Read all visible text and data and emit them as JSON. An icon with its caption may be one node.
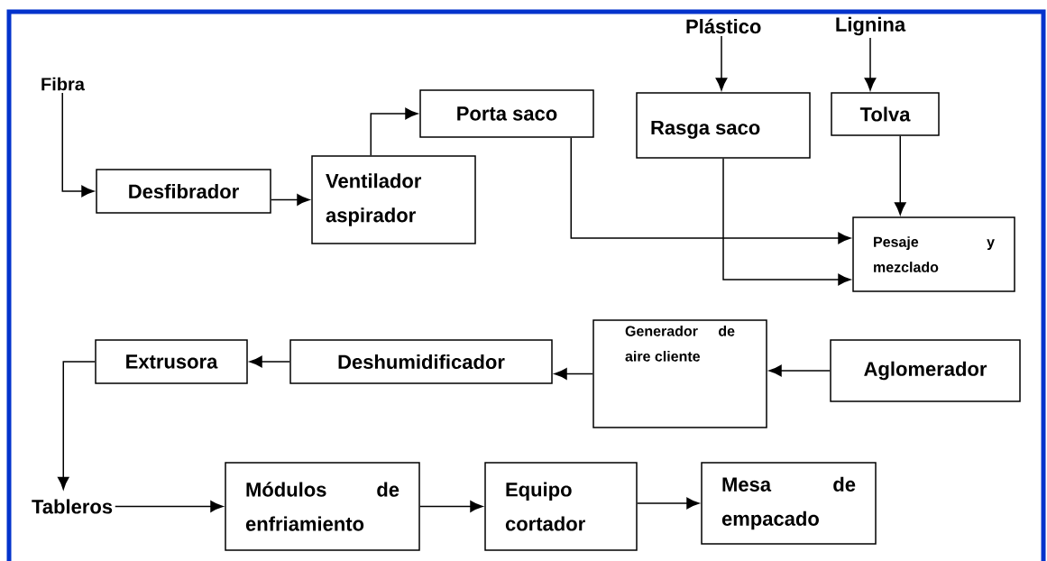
{
  "diagram": {
    "nodes": [
      {
        "text": [
          "Fibra"
        ]
      },
      {
        "text": [
          "Desfibrador"
        ]
      },
      {
        "text": [
          "Ventilador aspirador"
        ]
      },
      {
        "text": [
          "Porta saco"
        ]
      },
      {
        "text": [
          "Plástico"
        ]
      },
      {
        "text": [
          "Lignina"
        ]
      },
      {
        "text": [
          "Rasga saco"
        ]
      },
      {
        "text": [
          "Tolva"
        ]
      },
      {
        "text": [
          "Pesaje y mezclado"
        ]
      },
      {
        "text": [
          "Aglomerador"
        ]
      },
      {
        "text": [
          "Generador de aire cliente"
        ]
      },
      {
        "text": [
          "Deshumidificador"
        ]
      },
      {
        "text": [
          "Extrusora"
        ]
      },
      {
        "text": [
          "Tableros"
        ]
      },
      {
        "text": [
          "Módulos de enfriamiento"
        ]
      },
      {
        "text": [
          "Equipo cortador"
        ]
      },
      {
        "text": [
          "Mesa de empacado"
        ]
      }
    ],
    "edges": [
      {
        "from": 0,
        "to": 1,
        "arrow": "to"
      },
      {
        "from": 1,
        "to": 2,
        "arrow": "to"
      },
      {
        "from": 2,
        "to": 3,
        "arrow": "to"
      },
      {
        "from": 4,
        "to": 6,
        "arrow": "to"
      },
      {
        "from": 5,
        "to": 7,
        "arrow": "to"
      },
      {
        "from": 3,
        "to": 8,
        "arrow": "to"
      },
      {
        "from": 6,
        "to": 8,
        "arrow": "to"
      },
      {
        "from": 7,
        "to": 8,
        "arrow": "to"
      },
      {
        "from": 9,
        "to": 10,
        "arrow": "to"
      },
      {
        "from": 10,
        "to": 11,
        "arrow": "to"
      },
      {
        "from": 11,
        "to": 12,
        "arrow": "to"
      },
      {
        "from": 12,
        "to": 13,
        "arrow": "to"
      },
      {
        "from": 13,
        "to": 14,
        "arrow": "to"
      },
      {
        "from": 14,
        "to": 15,
        "arrow": "to"
      },
      {
        "from": 15,
        "to": 16,
        "arrow": "to"
      }
    ]
  }
}
